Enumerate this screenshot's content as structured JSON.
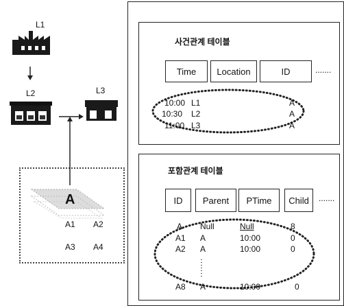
{
  "left": {
    "node_l1": "L1",
    "node_l2": "L2",
    "node_l3": "L3",
    "pallet_top": "A",
    "items": [
      "A1",
      "A2",
      "A3",
      "A4"
    ]
  },
  "event_table": {
    "title": "사건관계 테이블",
    "headers": [
      "Time",
      "Location",
      "ID"
    ],
    "more": ".......",
    "rows": [
      {
        "time": "10:00",
        "location": "L1",
        "id": "A"
      },
      {
        "time": "10:30",
        "location": "L2",
        "id": "A"
      },
      {
        "time": "11:00",
        "location": "L3",
        "id": "A"
      }
    ]
  },
  "containment_table": {
    "title": "포함관계 테이블",
    "headers": [
      "ID",
      "Parent",
      "PTime",
      "Child"
    ],
    "more": ".......",
    "rows": [
      {
        "id": "A",
        "parent": "Null",
        "ptime": "Null",
        "child": "8"
      },
      {
        "id": "A1",
        "parent": "A",
        "ptime": "10:00",
        "child": "0"
      },
      {
        "id": "A2",
        "parent": "A",
        "ptime": "10:00",
        "child": "0"
      },
      {
        "id": "A8",
        "parent": "A",
        "ptime": "10:00",
        "child": "0"
      }
    ]
  }
}
